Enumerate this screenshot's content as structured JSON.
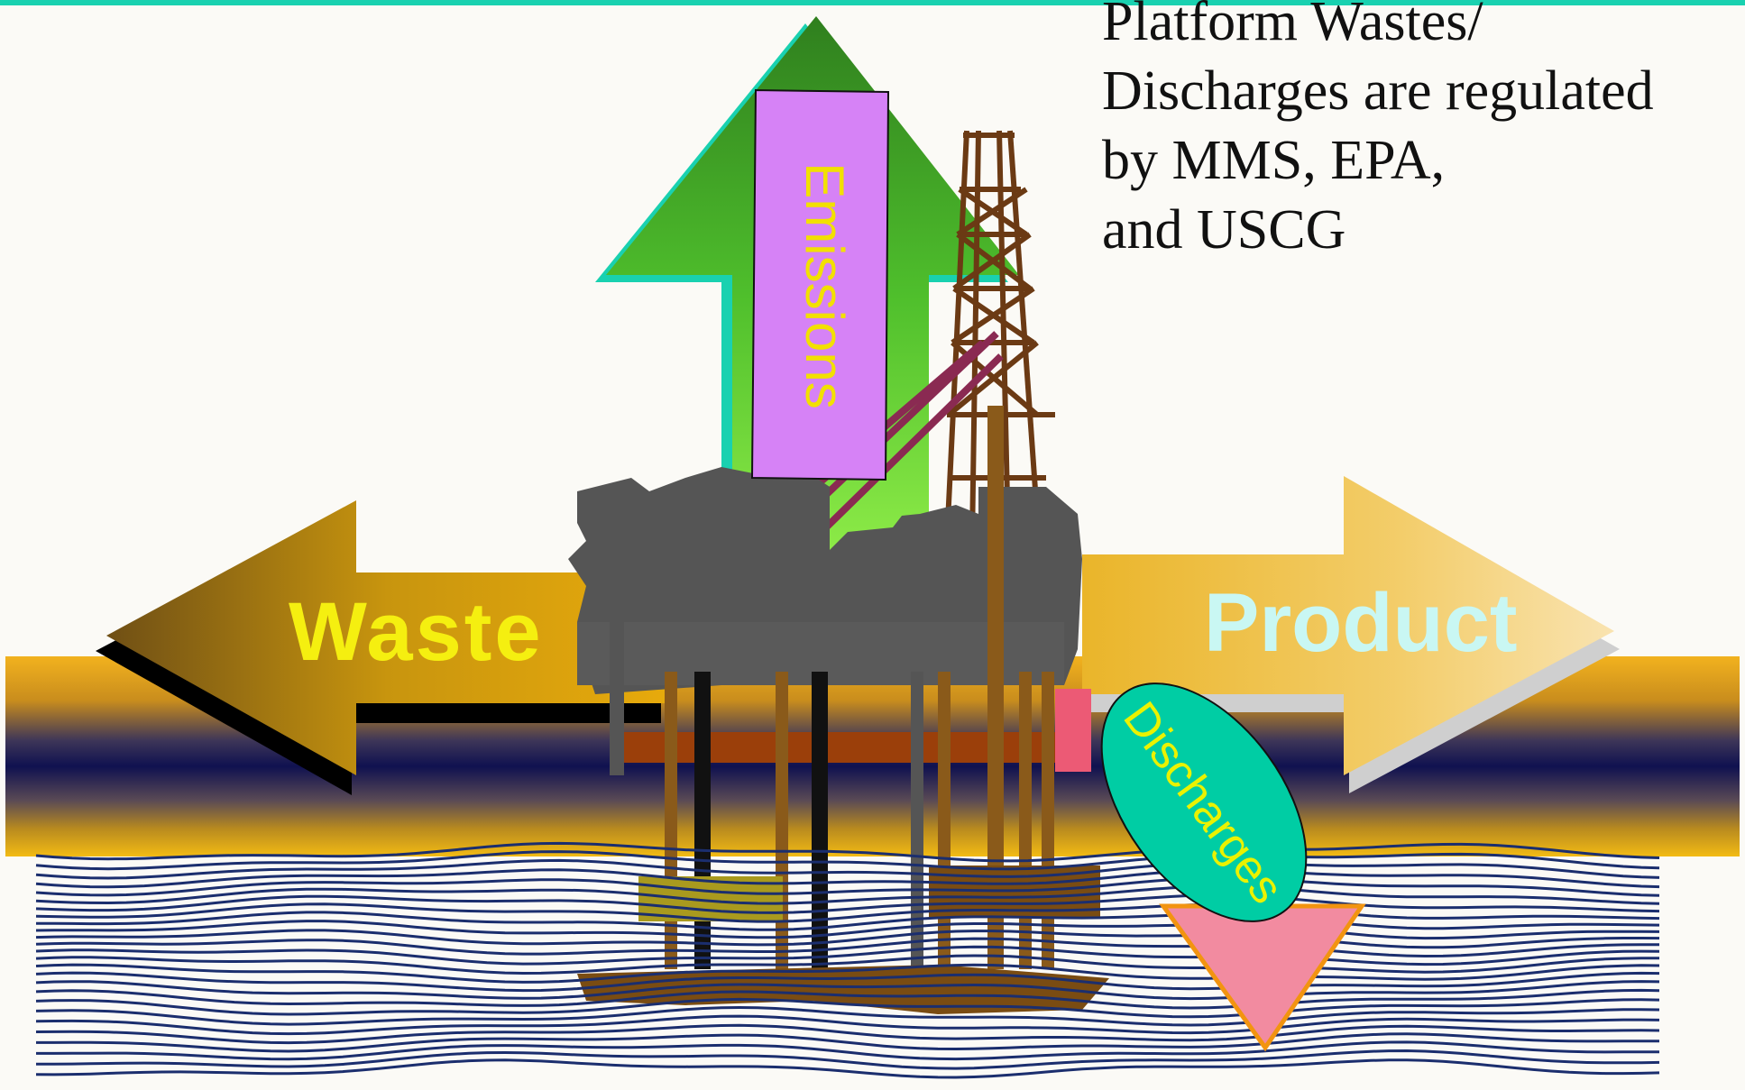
{
  "caption": {
    "lines": [
      "Platform Wastes/",
      "Discharges are regulated",
      "by MMS, EPA,",
      "and USCG"
    ]
  },
  "labels": {
    "waste": "Waste",
    "product": "Product",
    "emissions": "Emissions",
    "discharges": "Discharges"
  },
  "colors": {
    "emissions_box": "#d682f6",
    "discharges_ellipse": "#00cda4",
    "emission_arrow": "#4fbf2c",
    "waste_arrow": "#c8950e",
    "product_arrow": "#f1c857",
    "discharge_triangle": "#f06a8a",
    "water_lines": "#1b2e6e",
    "top_border": "#19d1b0"
  }
}
